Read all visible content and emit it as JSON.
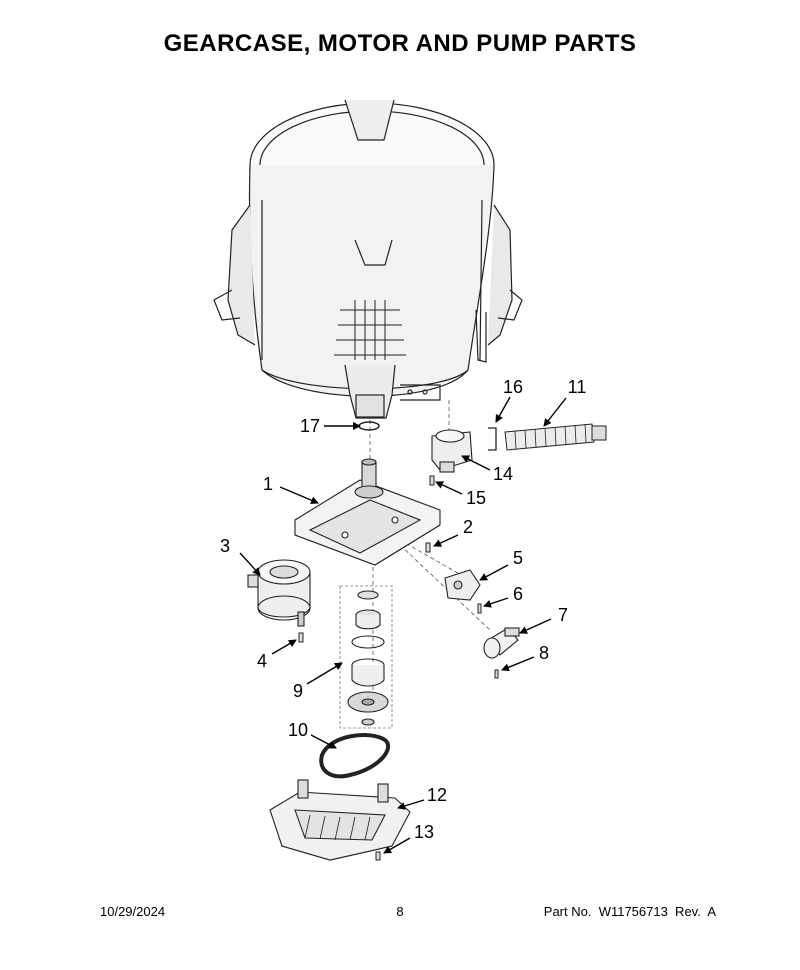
{
  "page": {
    "title": "GEARCASE, MOTOR AND PUMP PARTS"
  },
  "callouts": [
    "1",
    "2",
    "3",
    "4",
    "5",
    "6",
    "7",
    "8",
    "9",
    "10",
    "11",
    "12",
    "13",
    "14",
    "15",
    "16",
    "17"
  ],
  "footer": {
    "date": "10/29/2024",
    "page_number": "8",
    "part_no": "Part No.  W11756713  Rev.  A"
  }
}
